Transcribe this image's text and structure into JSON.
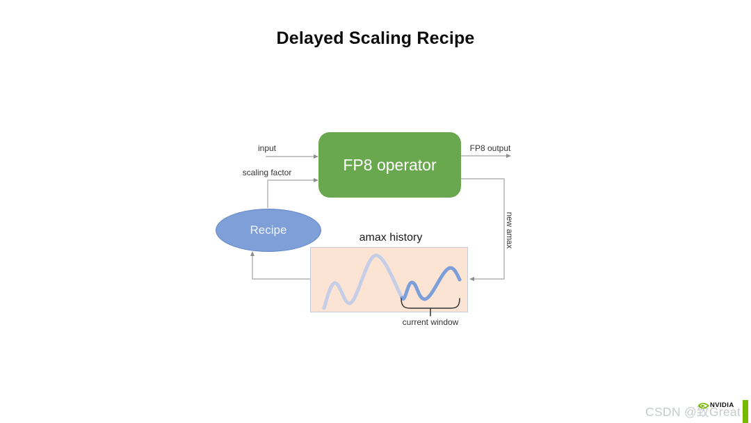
{
  "title": "Delayed Scaling Recipe",
  "diagram": {
    "nodes": {
      "fp8_operator": {
        "label": "FP8 operator",
        "color": "#6aa84f",
        "text_color": "#ffffff"
      },
      "recipe": {
        "label": "Recipe",
        "color": "#7e9fd8",
        "border_color": "#6286c6",
        "text_color": "#ffffff"
      },
      "amax_history": {
        "label": "amax history",
        "color": "#fbe4d4",
        "border_color": "#c5cbdb"
      }
    },
    "edges": {
      "input": "input",
      "scaling_factor": "scaling factor",
      "fp8_output": "FP8 output",
      "new_amax": "new amax"
    },
    "annotations": {
      "current_window": "current window"
    },
    "curve_colors": {
      "history_segment": "#c6cde6",
      "current_window_segment": "#7c9ed9"
    },
    "connector_color": "#8e8e8e"
  },
  "watermark": {
    "text": "CSDN @致Great"
  },
  "logo": {
    "brand": "NVIDIA",
    "icon": "nvidia-eye-icon",
    "accent_color": "#76b900"
  }
}
